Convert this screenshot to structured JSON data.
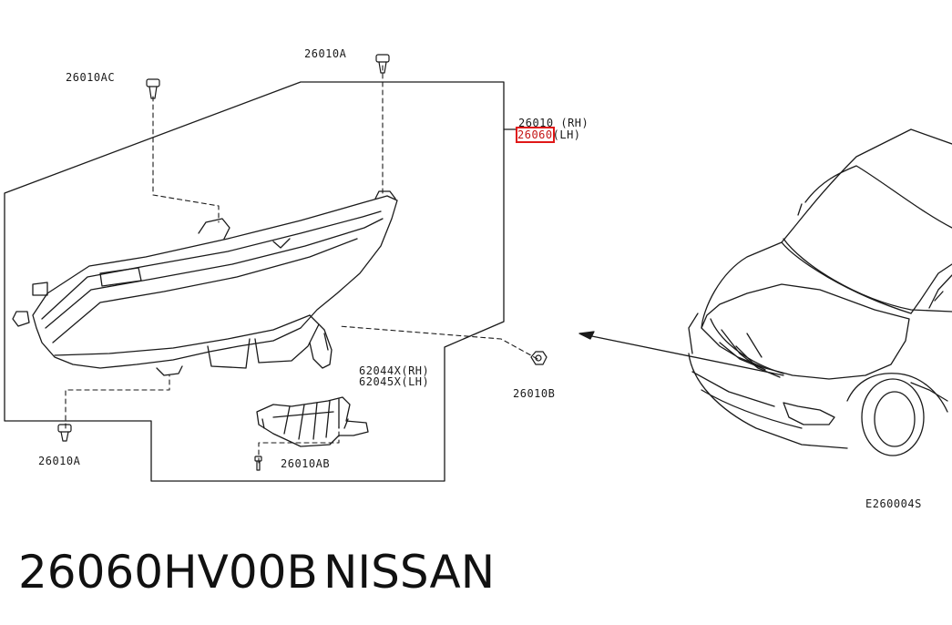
{
  "callouts": {
    "screw_top_left": "26010AC",
    "screw_top": "26010A",
    "assembly_rh": "26010 (RH)",
    "assembly_lh_part": "26060",
    "assembly_lh_suffix": "(LH)",
    "bracket_rh": "62044X(RH)",
    "bracket_lh": "62045X(LH)",
    "bolt_right": "26010B",
    "bolt_bottom_left": "26010A",
    "bolt_bracket": "26010AB"
  },
  "diagram_code": "E260004S",
  "part_caption": {
    "part_number": "26060HV00B",
    "brand": "NISSAN"
  },
  "colors": {
    "line": "#1a1a1a",
    "highlight": "#e01818",
    "background": "#ffffff"
  }
}
